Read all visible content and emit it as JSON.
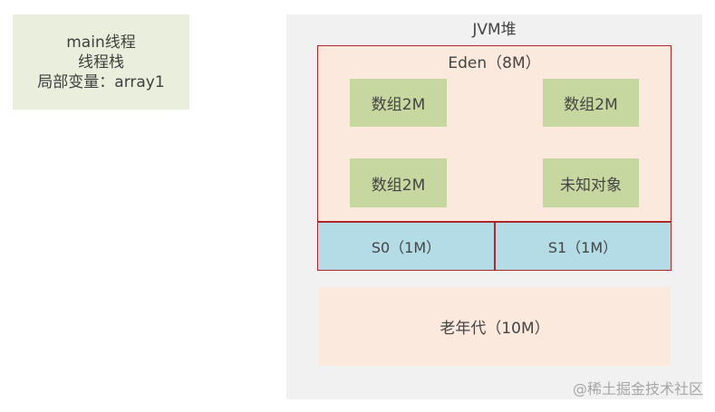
{
  "thread_stack": {
    "lines": [
      "main线程",
      "线程栈",
      "局部变量：array1"
    ]
  },
  "heap": {
    "title": "JVM堆",
    "young_gen": {
      "eden": {
        "title": "Eden（8M）",
        "objects": [
          {
            "label": "数组2M"
          },
          {
            "label": "数组2M"
          },
          {
            "label": "数组2M"
          },
          {
            "label": "未知对象"
          }
        ]
      },
      "survivors": [
        {
          "label": "S0（1M）"
        },
        {
          "label": "S1（1M）"
        }
      ]
    },
    "old_gen": {
      "label": "老年代（10M）"
    }
  },
  "watermark": "@稀土掘金技术社区",
  "colors": {
    "thread_box": "#e9efdc",
    "heap_panel": "#f1f1f1",
    "eden_fill": "#fce9de",
    "young_border": "#b0272b",
    "object_fill": "#c6d8a0",
    "survivor_fill": "#b3dce6",
    "old_fill": "#fce9de",
    "text": "#444444"
  }
}
